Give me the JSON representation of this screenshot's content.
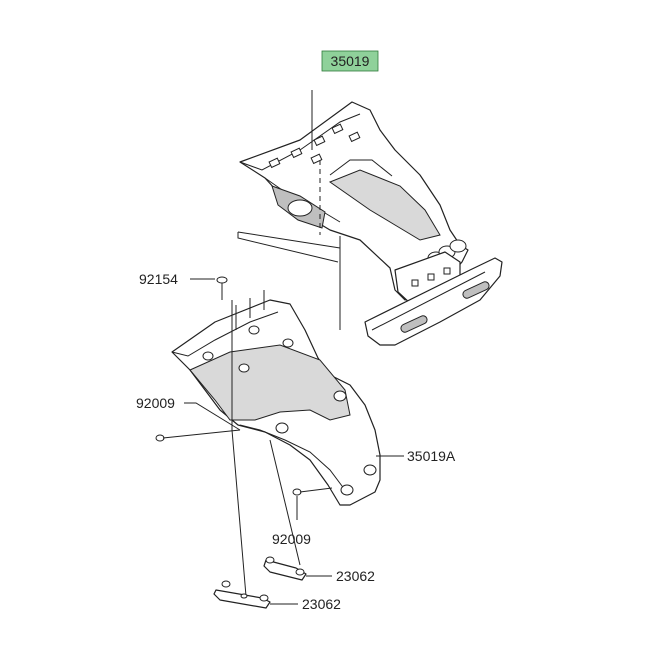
{
  "labels": {
    "main_part": "35019",
    "inner_fender": "35019A",
    "bolt_top": "92154",
    "bolt_left": "92009",
    "bolt_bottom": "92009",
    "nut_plate_upper": "23062",
    "nut_plate_lower": "23062"
  },
  "colors": {
    "highlight": "#8fd19a",
    "line": "#222222"
  }
}
